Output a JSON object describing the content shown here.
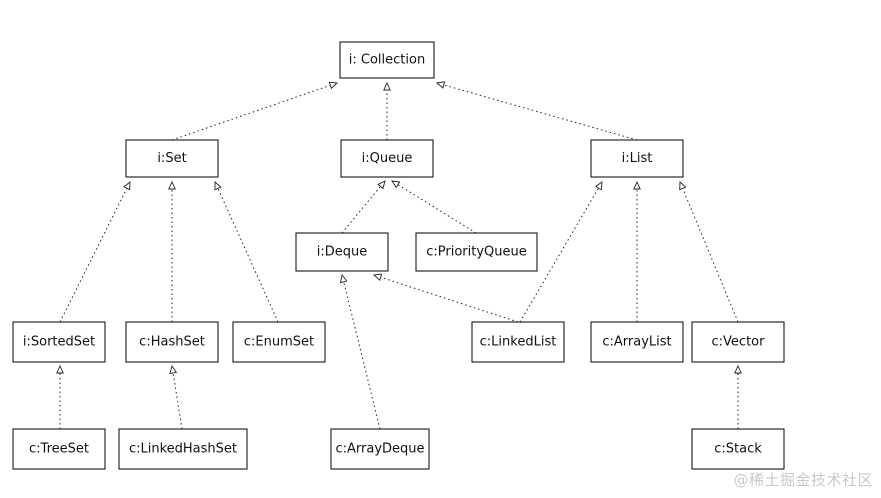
{
  "diagram": {
    "nodes": [
      {
        "id": "collection",
        "label": "i: Collection"
      },
      {
        "id": "set",
        "label": "i:Set"
      },
      {
        "id": "queue",
        "label": "i:Queue"
      },
      {
        "id": "list",
        "label": "i:List"
      },
      {
        "id": "deque",
        "label": "i:Deque"
      },
      {
        "id": "priorityqueue",
        "label": "c:PriorityQueue"
      },
      {
        "id": "sortedset",
        "label": "i:SortedSet"
      },
      {
        "id": "hashset",
        "label": "c:HashSet"
      },
      {
        "id": "enumset",
        "label": "c:EnumSet"
      },
      {
        "id": "linkedlist",
        "label": "c:LinkedList"
      },
      {
        "id": "arraylist",
        "label": "c:ArrayList"
      },
      {
        "id": "vector",
        "label": "c:Vector"
      },
      {
        "id": "treeset",
        "label": "c:TreeSet"
      },
      {
        "id": "linkedhashset",
        "label": "c:LinkedHashSet"
      },
      {
        "id": "arraydeque",
        "label": "c:ArrayDeque"
      },
      {
        "id": "stack",
        "label": "c:Stack"
      }
    ],
    "edges": [
      {
        "from": "set",
        "to": "collection"
      },
      {
        "from": "queue",
        "to": "collection"
      },
      {
        "from": "list",
        "to": "collection"
      },
      {
        "from": "deque",
        "to": "queue"
      },
      {
        "from": "priorityqueue",
        "to": "queue"
      },
      {
        "from": "sortedset",
        "to": "set"
      },
      {
        "from": "hashset",
        "to": "set"
      },
      {
        "from": "enumset",
        "to": "set"
      },
      {
        "from": "linkedlist",
        "to": "list"
      },
      {
        "from": "linkedlist",
        "to": "deque"
      },
      {
        "from": "arraylist",
        "to": "list"
      },
      {
        "from": "vector",
        "to": "list"
      },
      {
        "from": "treeset",
        "to": "sortedset"
      },
      {
        "from": "linkedhashset",
        "to": "hashset"
      },
      {
        "from": "arraydeque",
        "to": "deque"
      },
      {
        "from": "stack",
        "to": "vector"
      }
    ]
  },
  "watermark": {
    "text": "@稀土掘金技术社区"
  }
}
